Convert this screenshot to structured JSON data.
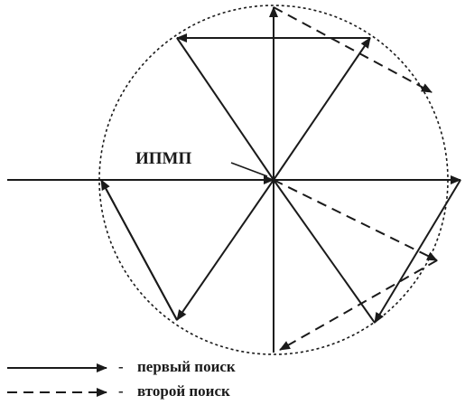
{
  "diagram": {
    "center_label": "ИПМП",
    "legend": [
      {
        "style": "solid",
        "label": "первый поиск"
      },
      {
        "style": "dashed",
        "label": "второй поиск"
      }
    ],
    "legend_separator": "-",
    "line_color": "#1a1a1a",
    "background_color": "#ffffff"
  }
}
